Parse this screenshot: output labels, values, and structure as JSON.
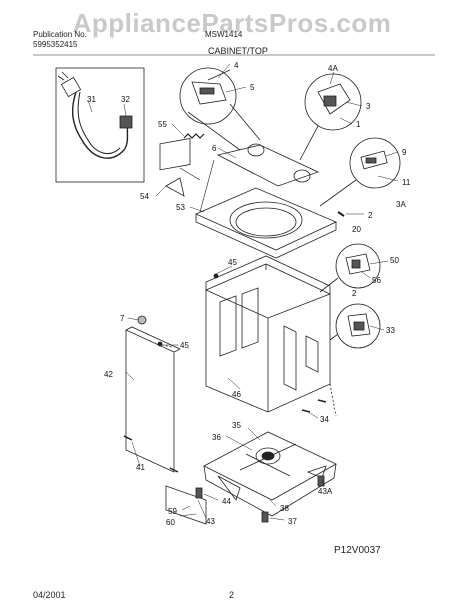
{
  "watermark": "AppliancePartsPros.com",
  "header": {
    "publication_label": "Publication No.",
    "publication_number": "5995352415",
    "model": "MSW1414",
    "section": "CABINET/TOP"
  },
  "footer": {
    "date": "04/2001",
    "page": "2",
    "diagram_code": "P12V0037"
  },
  "callouts": {
    "c31": "31",
    "c32": "32",
    "c4": "4",
    "c5": "5",
    "c4A": "4A",
    "c3": "3",
    "c1": "1",
    "c55": "55",
    "c6": "6",
    "c9": "9",
    "c11": "11",
    "c3A": "3A",
    "c54": "54",
    "c53": "53",
    "c2a": "2",
    "c20": "20",
    "c45a": "45",
    "c50": "50",
    "c56": "56",
    "c7": "7",
    "c2b": "2",
    "c45b": "45",
    "c33": "33",
    "c42": "42",
    "c46": "46",
    "c34": "34",
    "c35": "35",
    "c36": "36",
    "c41": "41",
    "c44": "44",
    "c43A": "43A",
    "c59": "59",
    "c60": "60",
    "c43": "43",
    "c38": "38",
    "c37": "37"
  }
}
